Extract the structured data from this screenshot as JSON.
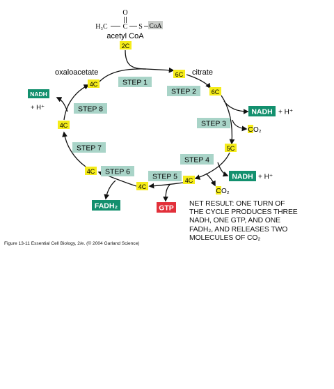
{
  "acetyl": {
    "struct_o": "O",
    "struct_h3c": "H₃C",
    "struct_c": "C",
    "struct_s": "S",
    "struct_coa": "CoA",
    "name": "acetyl CoA",
    "carbons": "2C"
  },
  "metabolites": {
    "oxaloacetate": "oxaloacetate",
    "citrate": "citrate"
  },
  "carbon_boxes": {
    "oxaloacetate": "4C",
    "citrate_a": "6C",
    "citrate_b": "6C",
    "step3_product": "5C",
    "step4_product": "4C",
    "step5_product": "4C",
    "step6_product": "4C",
    "step7_product": "4C"
  },
  "steps": {
    "s1": "STEP 1",
    "s2": "STEP 2",
    "s3": "STEP 3",
    "s4": "STEP 4",
    "s5": "STEP 5",
    "s6": "STEP 6",
    "s7": "STEP 7",
    "s8": "STEP 8"
  },
  "products": {
    "nadh_step8": "NADH",
    "nadh_step3": "NADH",
    "nadh_step4": "NADH",
    "h_plus_step8": "+ H⁺",
    "h_plus_step3": "+ H⁺",
    "h_plus_step4": "+ H⁺",
    "co2_step3_c": "C",
    "co2_step3_rest": "O₂",
    "co2_step4_c": "C",
    "co2_step4_rest": "O₂",
    "fadh2": "FADH₂",
    "gtp": "GTP"
  },
  "net_result": {
    "line1": "NET RESULT: ONE TURN OF",
    "line2": "THE CYCLE PRODUCES THREE",
    "line3": "NADH, ONE GTP, AND ONE",
    "line4": "FADH₂, AND RELEASES TWO",
    "line5": "MOLECULES OF CO₂"
  },
  "caption": "Figure 13-11  Essential Cell Biology, 2/e. (© 2004 Garland Science)",
  "colors": {
    "carbon_box": "#f5ec1a",
    "step_box": "#a9d4c8",
    "nadh_fadh_box": "#13906e",
    "gtp_box": "#e2303a",
    "coa_box": "#c9ccc9",
    "arrow": "#111111"
  }
}
